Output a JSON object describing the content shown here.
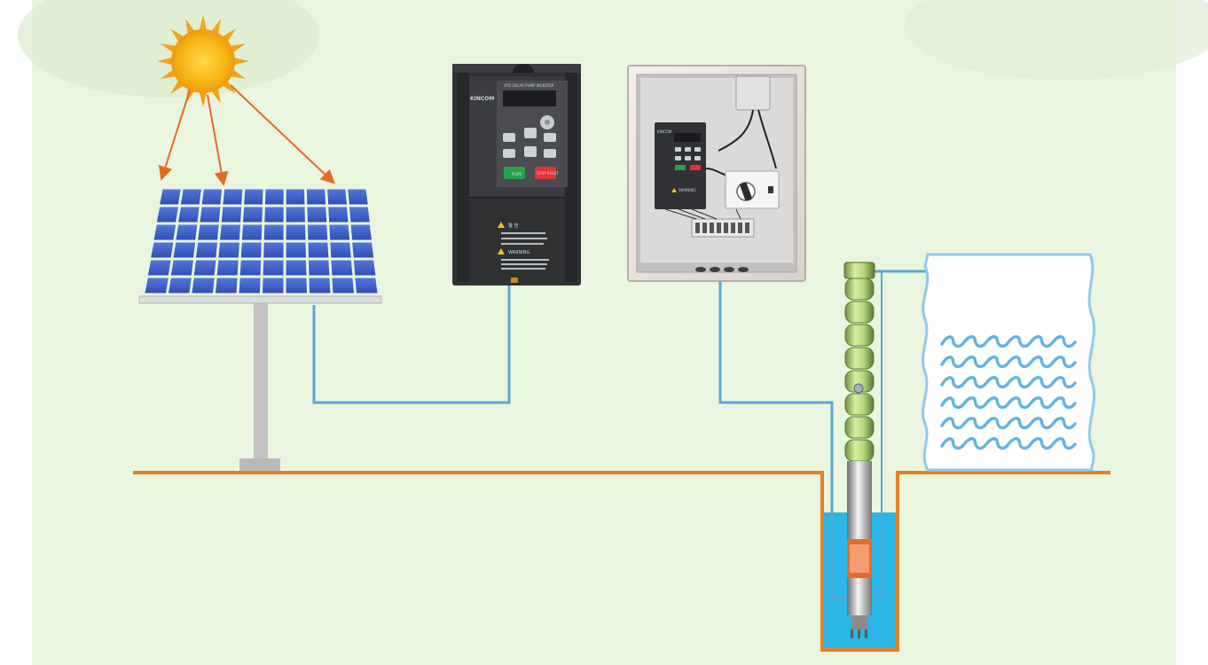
{
  "diagram": {
    "subject": "Solar water pumping system",
    "components": [
      {
        "id": "sun",
        "icon": "sun-icon"
      },
      {
        "id": "solar-panel",
        "icon": "solar-panel-icon"
      },
      {
        "id": "inverter",
        "icon": "inverter-icon"
      },
      {
        "id": "control-box",
        "icon": "control-box-icon"
      },
      {
        "id": "submersible-pump",
        "icon": "pump-icon"
      },
      {
        "id": "water-tank",
        "icon": "tank-icon"
      }
    ],
    "connections": [
      [
        "sun",
        "solar-panel"
      ],
      [
        "solar-panel",
        "inverter"
      ],
      [
        "control-box",
        "submersible-pump"
      ],
      [
        "submersible-pump",
        "water-tank"
      ]
    ]
  },
  "inverter": {
    "brand": "KINCOM",
    "model_text": "VFD SOLAR PUMP INVERTER",
    "run_label": "RUN",
    "stop_label": "STOP RESET",
    "warning_1": "警 告",
    "warning_2": "WARNING"
  },
  "control_box": {
    "brand": "KINCOM",
    "warning_label": "WARNING"
  },
  "colors": {
    "background": "#e9f5de",
    "cable": "#5aa6d8",
    "ground": "#e8801f",
    "water": "#2ab6e6",
    "sun": "#f7b515",
    "sun_rays": "#e66a22",
    "panel_cell": "#3a5ec9",
    "inverter_body": "#2f3133",
    "tank_wave": "#63b3e4"
  }
}
